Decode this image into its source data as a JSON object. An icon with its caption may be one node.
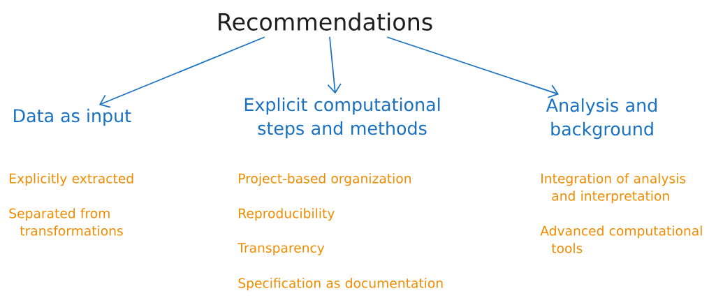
{
  "diagram": {
    "nodes": [
      {
        "text": [
          "Recommendations"
        ]
      },
      {
        "text": [
          "Data as input"
        ],
        "beside": [
          "Explicitly extracted",
          "Separated from transformations"
        ]
      },
      {
        "text": [
          "Explicit computational steps and methods"
        ],
        "beside": [
          "Project-based organization",
          "Reproducibility",
          "Transparency",
          "Specification as documentation"
        ]
      },
      {
        "text": [
          "Analysis and background"
        ],
        "beside": [
          "Integration of analysis and interpretation",
          "Advanced computational tools"
        ]
      }
    ],
    "edges": [
      {
        "from": 0,
        "to": 1,
        "arrow": "to"
      },
      {
        "from": 0,
        "to": 2,
        "arrow": "to"
      },
      {
        "from": 0,
        "to": 3,
        "arrow": "to"
      }
    ]
  }
}
